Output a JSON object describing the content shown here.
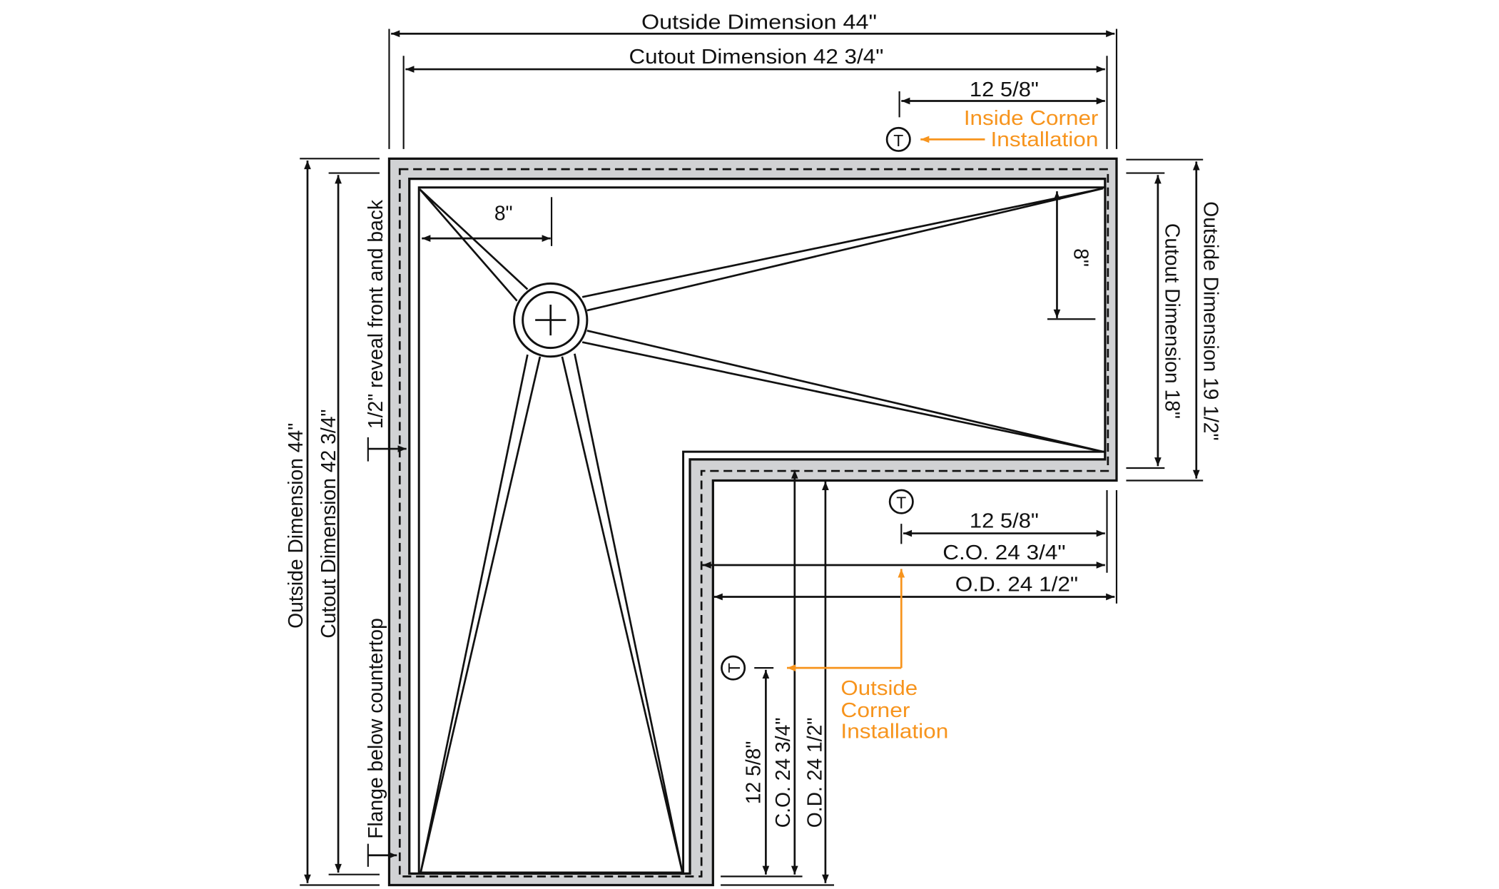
{
  "title": "Corner sink dimension drawing",
  "colors": {
    "accent": "#f7941d",
    "flange": "#d1d2d4",
    "line": "#111111"
  },
  "top": {
    "outside": "Outside Dimension 44\"",
    "cutout": "Cutout Dimension 42 3/4\"",
    "offset": "12 5/8\"",
    "inside_corner_1": "Inside Corner",
    "inside_corner_2": "Installation",
    "tap_symbol": "T"
  },
  "interior": {
    "h8": "8\"",
    "v8": "8\""
  },
  "right": {
    "cutout": "Cutout Dimension 18\"",
    "outside": "Outside Dimension 19 1/2\""
  },
  "left": {
    "outside": "Outside Dimension 44\"",
    "cutout": "Cutout Dimension 42 3/4\"",
    "reveal": "1/2\" reveal front and back",
    "flange": "Flange below countertop"
  },
  "lower": {
    "offset": "12 5/8\"",
    "co": "C.O. 24 3/4\"",
    "od": "O.D. 24 1/2\"",
    "v_offset": "12 5/8\"",
    "v_co": "C.O. 24 3/4\"",
    "v_od": "O.D. 24 1/2\"",
    "outside_corner_1": "Outside",
    "outside_corner_2": "Corner",
    "outside_corner_3": "Installation",
    "tap_symbol_1": "T",
    "tap_symbol_2": "T"
  }
}
